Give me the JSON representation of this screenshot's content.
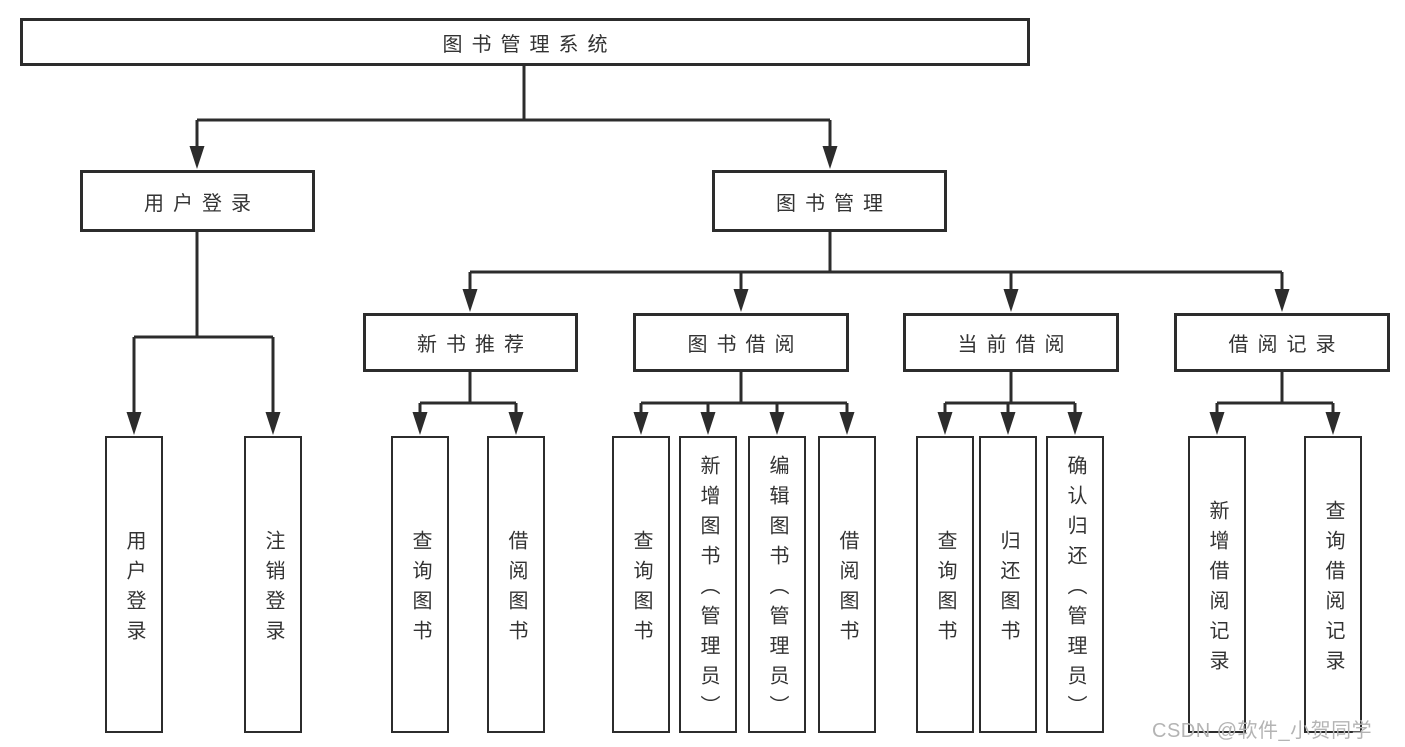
{
  "colors": {
    "line": "#2c2c2c",
    "box_border": "#2c2c2c",
    "text": "#333333",
    "watermark": "#b4b4b4",
    "background": "#ffffff"
  },
  "tree": {
    "root": {
      "label": "图书管理系统"
    },
    "level2": [
      {
        "label": "用户登录"
      },
      {
        "label": "图书管理"
      }
    ],
    "level3": [
      {
        "label": "新书推荐"
      },
      {
        "label": "图书借阅"
      },
      {
        "label": "当前借阅"
      },
      {
        "label": "借阅记录"
      }
    ],
    "leaves": {
      "user_login": [
        "用户登录",
        "注销登录"
      ],
      "new_book_recommend": [
        "查询图书",
        "借阅图书"
      ],
      "book_borrow": [
        "查询图书",
        "新增图书（管理员）",
        "编辑图书（管理员）",
        "借阅图书"
      ],
      "current_borrow": [
        "查询图书",
        "归还图书",
        "确认归还（管理员）"
      ],
      "borrow_records": [
        "新增借阅记录",
        "查询借阅记录"
      ]
    }
  },
  "watermark": "CSDN @软件_小贺同学"
}
